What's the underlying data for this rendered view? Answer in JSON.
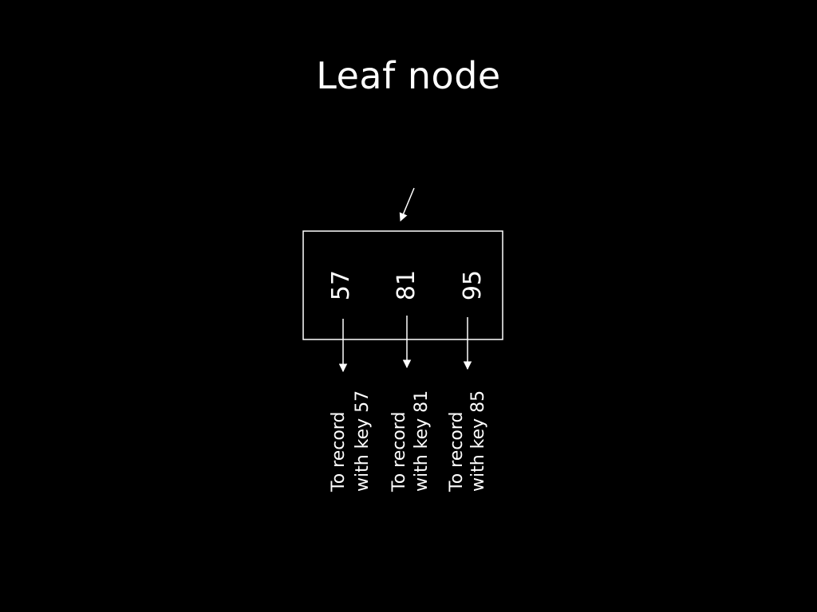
{
  "slide": {
    "title": "Leaf node"
  },
  "leaf": {
    "keys": [
      "57",
      "81",
      "95"
    ]
  },
  "records": [
    {
      "line1": "To record",
      "line2": "with key 57"
    },
    {
      "line1": "To record",
      "line2": "with key 81"
    },
    {
      "line1": "To record",
      "line2": "with key 85"
    }
  ],
  "colors": {
    "background": "#000000",
    "foreground": "#ffffff"
  }
}
